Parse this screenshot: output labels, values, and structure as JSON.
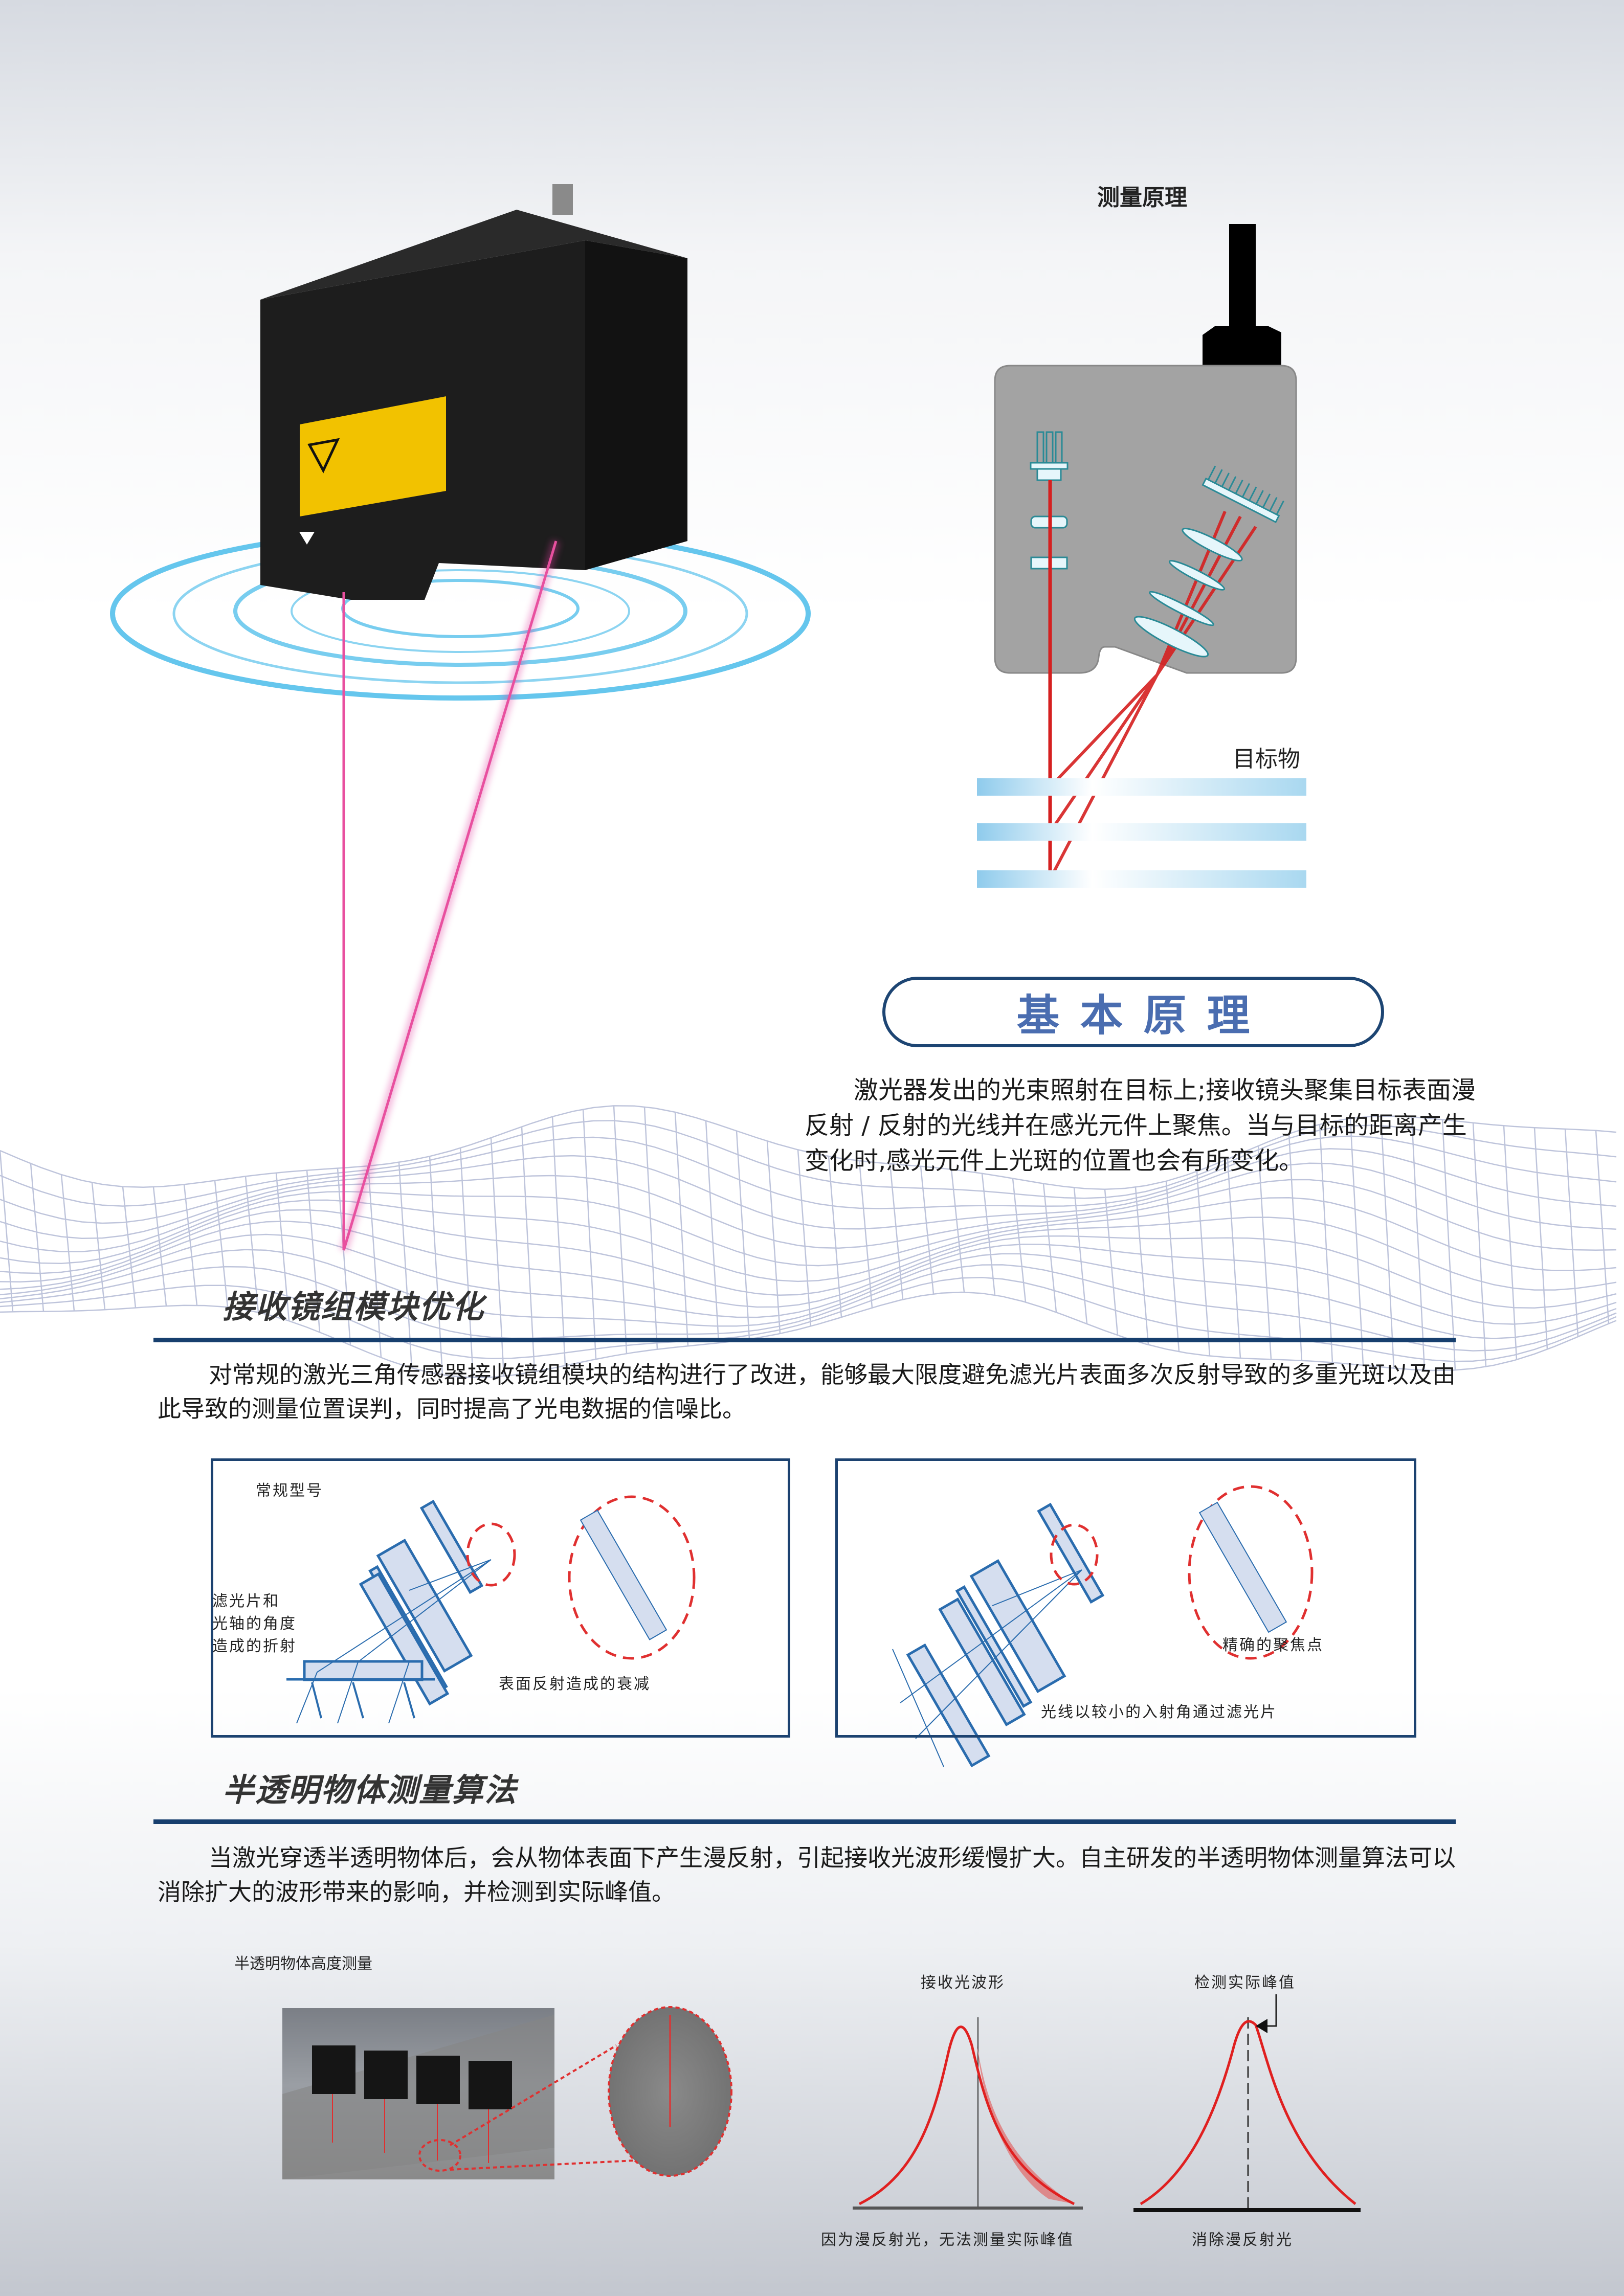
{
  "measurement_principle": {
    "title": "测量原理",
    "target_label": "目标物"
  },
  "basic_principle": {
    "heading": "基本原理",
    "text": "激光器发出的光束照射在目标上;接收镜头聚集目标表面漫反射 / 反射的光线并在感光元件上聚焦。当与目标的距离产生变化时,感光元件上光斑的位置也会有所变化。"
  },
  "lens_module": {
    "heading": "接收镜组模块优化",
    "text": "对常规的激光三角传感器接收镜组模块的结构进行了改进，能够最大限度避免滤光片表面多次反射导致的多重光斑以及由此导致的测量位置误判，同时提高了光电数据的信噪比。",
    "left_diagram": {
      "title": "常规型号",
      "side_note": [
        "滤光片和",
        "光轴的角度",
        "造成的折射"
      ],
      "caption": "表面反射造成的衰减"
    },
    "right_diagram": {
      "focus_note": "精确的聚焦点",
      "caption": "光线以较小的入射角通过滤光片"
    }
  },
  "translucent": {
    "heading": "半透明物体测量算法",
    "text": "当激光穿透半透明物体后，会从物体表面下产生漫反射，引起接收光波形缓慢扩大。自主研发的半透明物体测量算法可以消除扩大的波形带来的影响，并检测到实际峰值。",
    "photo_label": "半透明物体高度测量",
    "chart_left": {
      "title": "接收光波形",
      "caption": "因为漫反射光，无法测量实际峰值"
    },
    "chart_right": {
      "title": "检测实际峰值",
      "caption": "消除漫反射光"
    }
  },
  "colors": {
    "navy": "#173f6e",
    "accent_blue": "#4a6db0",
    "laser_red": "#e02020",
    "beam_pink": "#e040a0",
    "ring_cyan": "#3fb8e8"
  }
}
